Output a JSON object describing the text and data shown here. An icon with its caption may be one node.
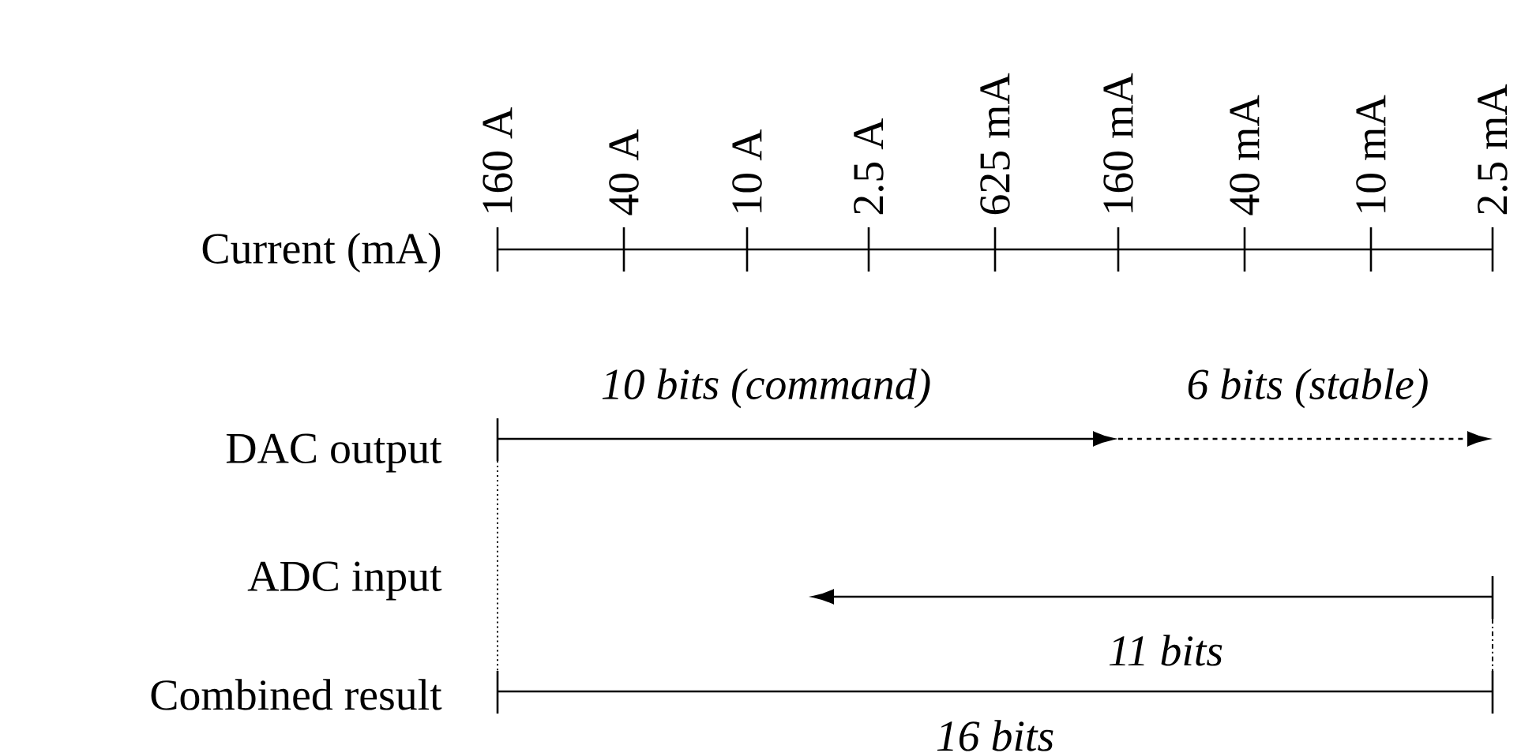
{
  "diagram": {
    "labels": [
      "160 A",
      "40 A",
      "10 A",
      "2.5 A",
      "625 mA",
      "160 mA",
      "40 mA",
      "10 mA",
      "2.5 mA",
      "Current (mA)",
      "10 bits (command)",
      "6 bits (stable)",
      "DAC output",
      "ADC input",
      "11 bits",
      "Combined result",
      "16 bits"
    ]
  }
}
